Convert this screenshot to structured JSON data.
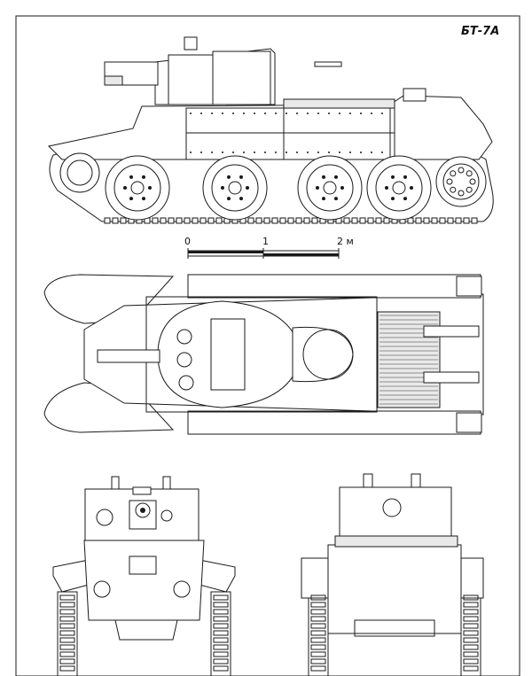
{
  "title": "БТ-7А",
  "scale": {
    "ticks": [
      "0",
      "1",
      "2 м"
    ]
  }
}
